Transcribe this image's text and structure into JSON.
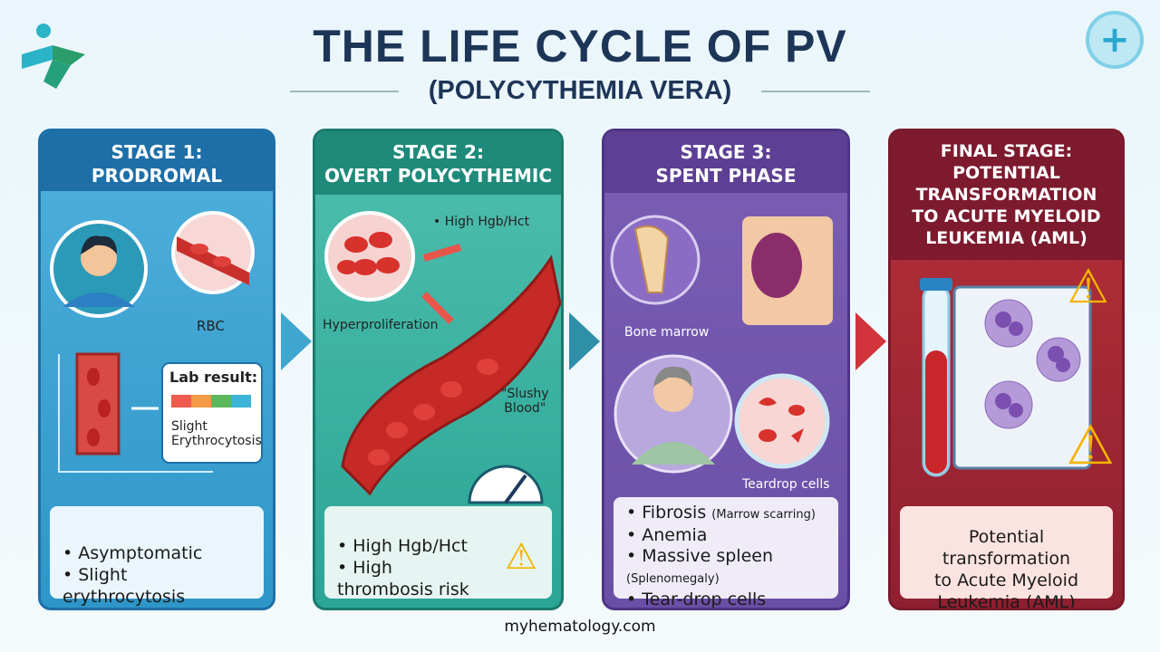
{
  "title": "THE LIFE CYCLE OF PV",
  "subtitle": "(POLYCYTHEMIA VERA)",
  "footer": "myhematology.com",
  "colors": {
    "title": "#1d3557",
    "stage1": "#1e78b8",
    "stage2": "#1f8a7a",
    "stage3": "#5d3f94",
    "final": "#8a1c32"
  },
  "stages": [
    {
      "heading": [
        "STAGE 1:",
        "PRODROMAL"
      ],
      "labels": {
        "rbc": "RBC",
        "lab_title": "Lab result:",
        "lab_text": [
          "Slight",
          "Erythrocytosis"
        ]
      },
      "bullets": [
        "Asymptomatic",
        "Slight erythrocytosis"
      ]
    },
    {
      "heading": [
        "STAGE 2:",
        "OVERT POLYCYTHEMIC"
      ],
      "labels": {
        "hgb": "• High Hgb/Hct",
        "hyper": "Hyperproliferation",
        "slushy": [
          "\"Slushy",
          "Blood\""
        ]
      },
      "bullets": [
        "High Hgb/Hct",
        "High thrombosis risk"
      ]
    },
    {
      "heading": [
        "STAGE 3:",
        "SPENT PHASE"
      ],
      "labels": {
        "marrow": "Bone marrow",
        "teardrop": "Teardrop cells"
      },
      "bullets": [
        {
          "main": "Fibrosis",
          "note": "(Marrow scarring)"
        },
        {
          "main": "Anemia",
          "note": ""
        },
        {
          "main": "Massive spleen",
          "note": "(Splenomegaly)"
        },
        {
          "main": "Tear-drop cells",
          "note": ""
        }
      ]
    },
    {
      "heading": [
        "FINAL STAGE:",
        "POTENTIAL",
        "TRANSFORMATION",
        "TO ACUTE MYELOID",
        "LEUKEMIA (AML)"
      ],
      "text": [
        "Potential transformation",
        "to Acute Myeloid",
        "Leukemia (AML)"
      ]
    }
  ]
}
